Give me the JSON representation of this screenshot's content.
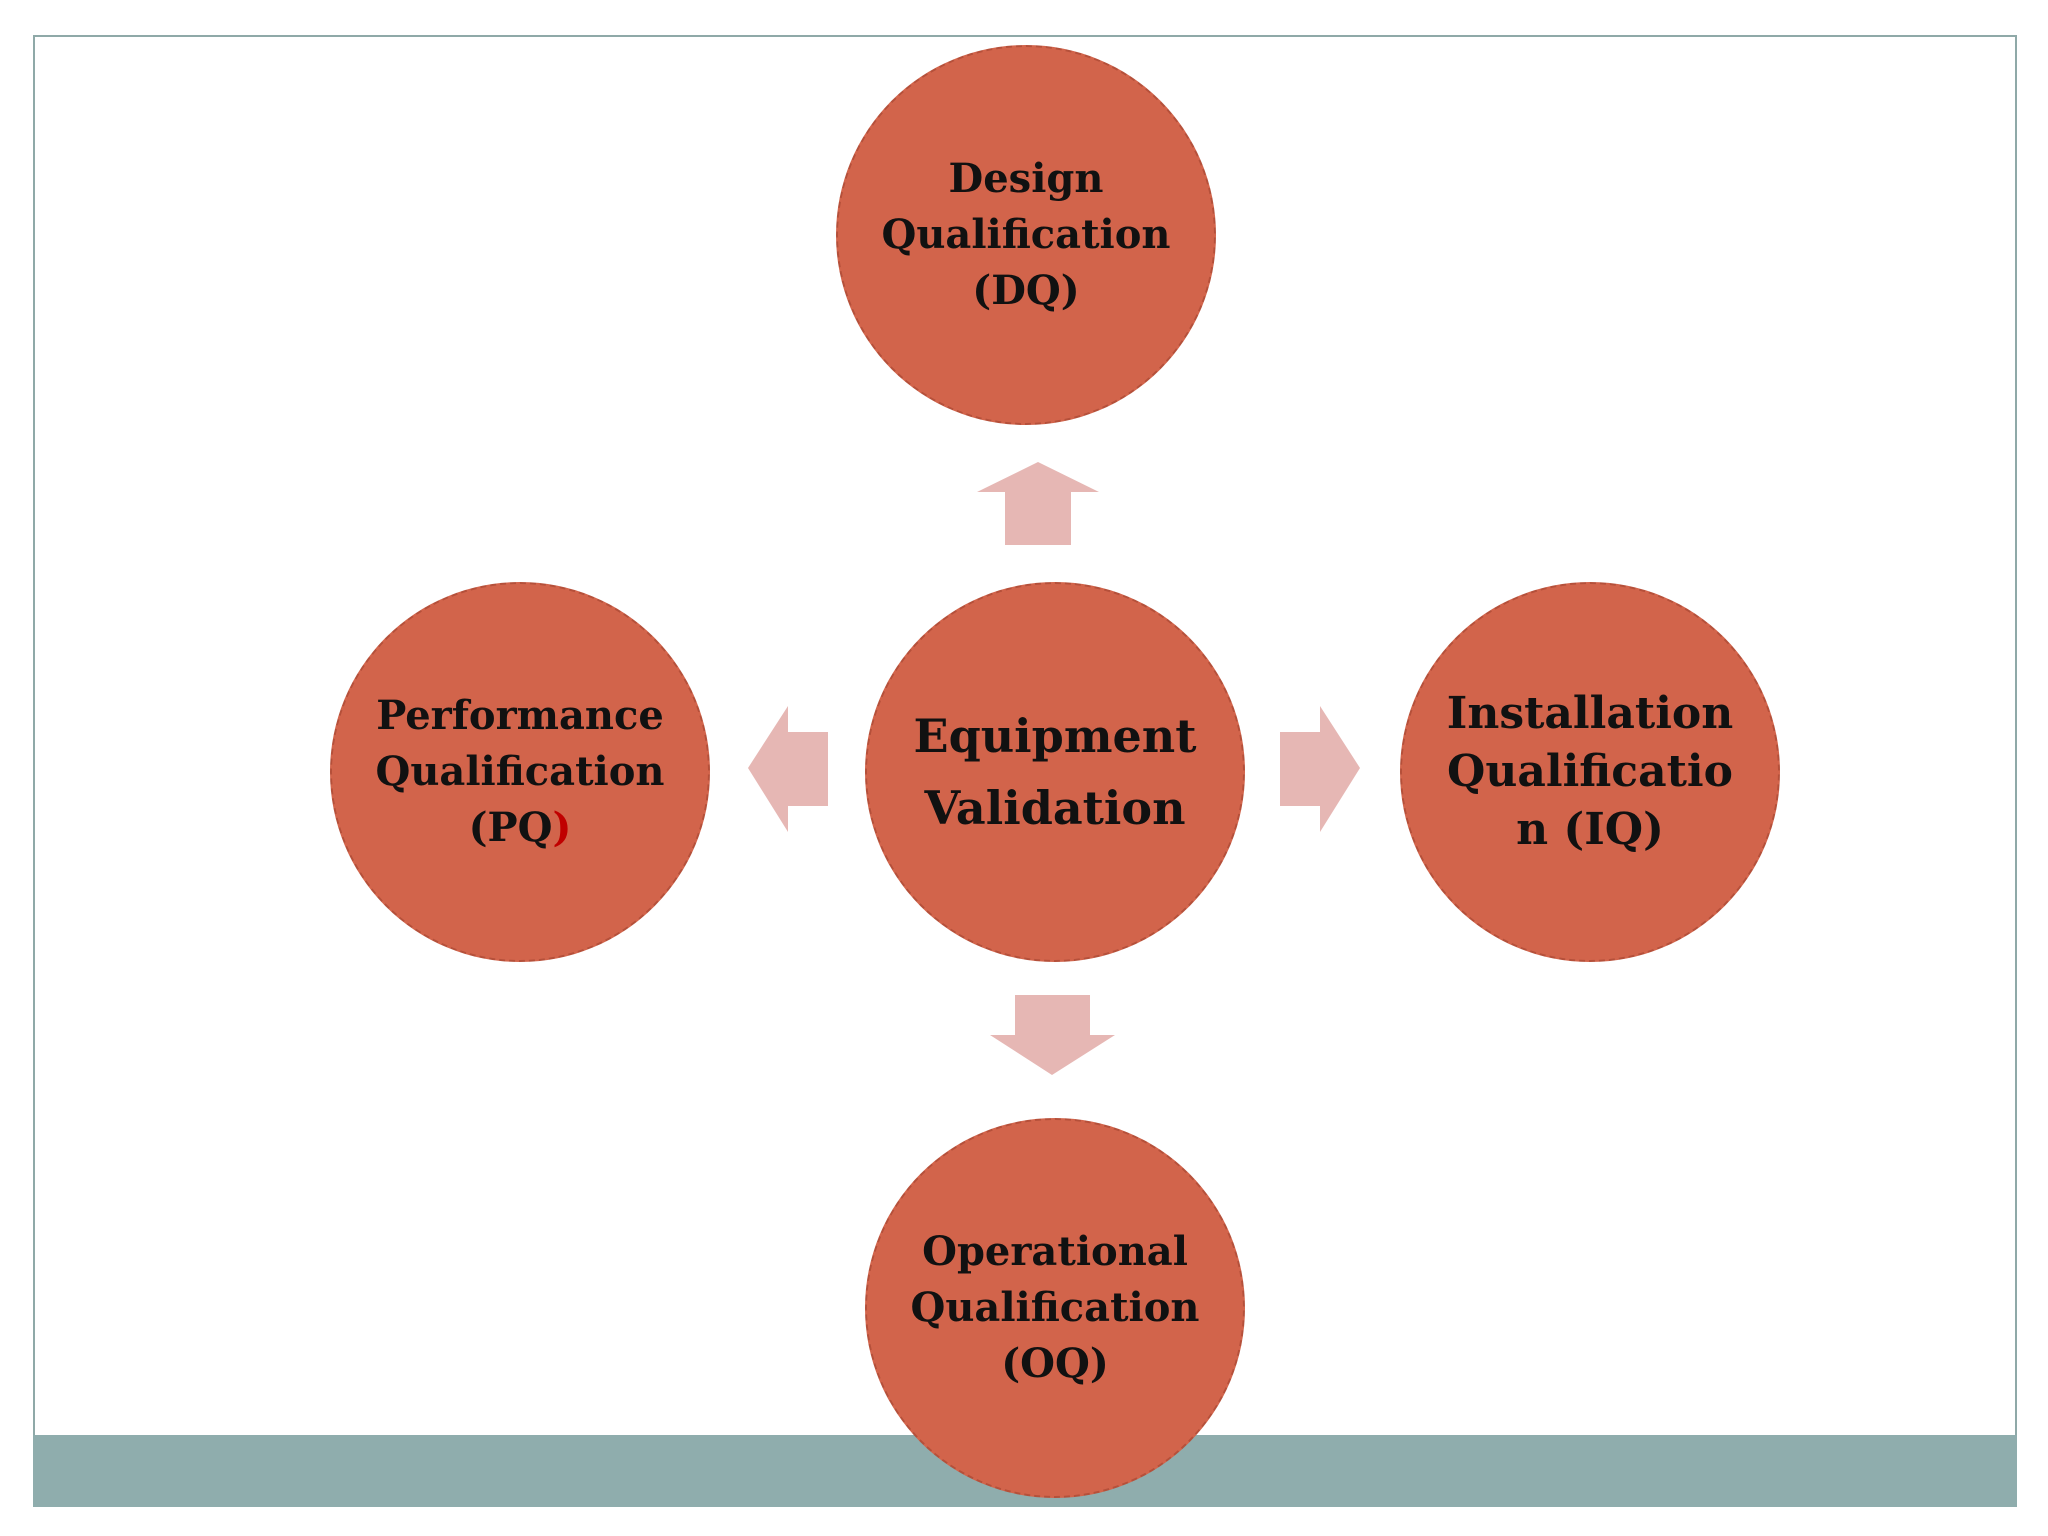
{
  "diagram": {
    "center": {
      "label_line1": "Equipment",
      "label_line2": "Validation"
    },
    "top": {
      "line1": "Design",
      "line2": "Qualification",
      "line3": "(DQ)"
    },
    "right": {
      "line1": "Installation",
      "line2": "Qualificatio",
      "line3": "n (IQ)"
    },
    "bottom": {
      "line1": "Operational",
      "line2": "Qualification",
      "line3": "(OQ)"
    },
    "left": {
      "line1": "Performance",
      "line2": "Qualification",
      "line3_main": "(PQ",
      "line3_accent": ")"
    }
  },
  "colors": {
    "circle_fill": "#d2644b",
    "arrow_fill": "#e6b7b4",
    "footer_band": "#8fadad",
    "accent_red": "#c00000"
  }
}
